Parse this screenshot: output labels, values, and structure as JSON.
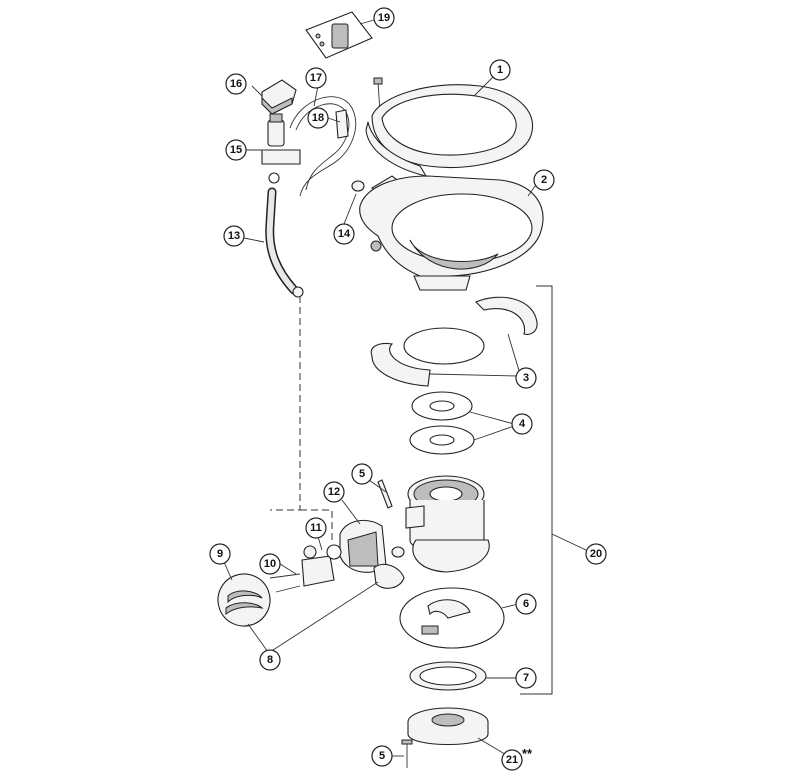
{
  "callouts": [
    {
      "label": "1"
    },
    {
      "label": "2"
    },
    {
      "label": "3"
    },
    {
      "label": "4"
    },
    {
      "label": "5"
    },
    {
      "label": "5"
    },
    {
      "label": "6"
    },
    {
      "label": "7"
    },
    {
      "label": "8"
    },
    {
      "label": "9"
    },
    {
      "label": "10"
    },
    {
      "label": "11"
    },
    {
      "label": "12"
    },
    {
      "label": "13"
    },
    {
      "label": "14"
    },
    {
      "label": "15"
    },
    {
      "label": "16"
    },
    {
      "label": "17"
    },
    {
      "label": "18"
    },
    {
      "label": "19"
    },
    {
      "label": "20"
    },
    {
      "label": "21"
    }
  ],
  "footnote_mark": "**"
}
